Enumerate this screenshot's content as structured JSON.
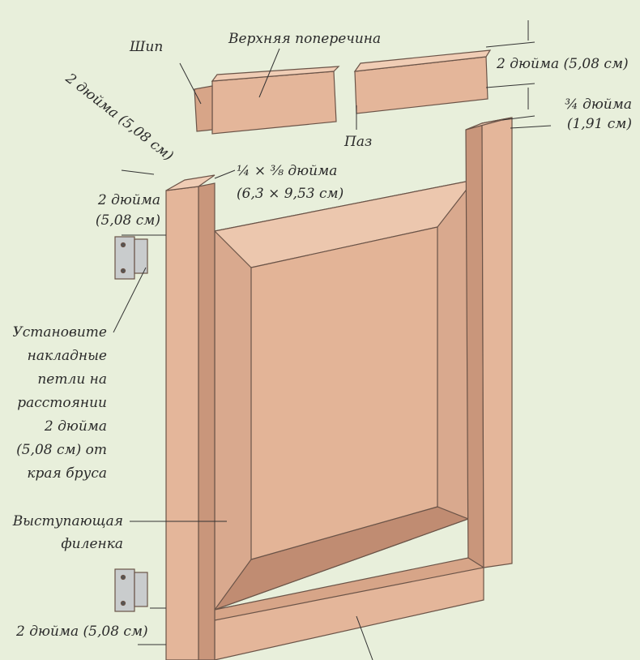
{
  "labels": {
    "tenon": "Шип",
    "top_rail": "Верхняя поперечина",
    "groove": "Паз",
    "rail_width": "2 дюйма (5,08 см)",
    "groove_depth_1": "¾ дюйма",
    "groove_depth_2": "(1,91 см)",
    "stile_diag": "2 дюйма (5,08 см)",
    "groove_size_1": "¼ × ⅜ дюйма",
    "groove_size_2": "(6,3 × 9,53 см)",
    "stile_width_1": "2 дюйма",
    "stile_width_2": "(5,08 см)",
    "hinge_note": [
      "Установите",
      "накладные",
      "петли на",
      "расстоянии",
      "2 дюйма",
      "(5,08 см) от",
      "края бруса"
    ],
    "panel_1": "Выступающая",
    "panel_2": "филенка",
    "bottom_dim": "2 дюйма (5,08 см)"
  },
  "colors": {
    "wood": "#e4b69a",
    "wood_dark": "#c9967b",
    "background": "#e8efdb"
  }
}
